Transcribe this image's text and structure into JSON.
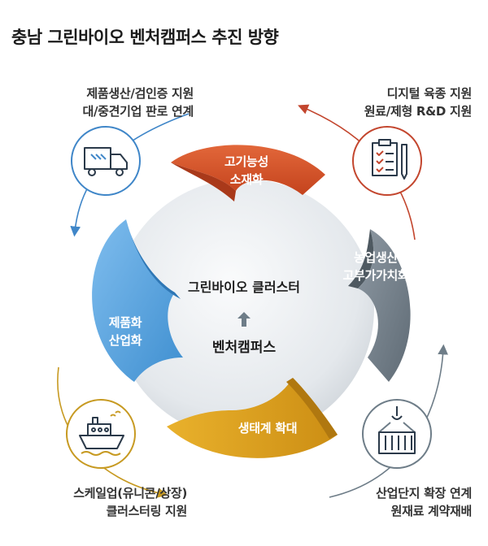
{
  "title": "충남 그린바이오 벤처캠퍼스 추진 방향",
  "center": {
    "cluster": "그린바이오 클러스터",
    "campus": "벤처캠퍼스"
  },
  "petals": {
    "orange": "고기능성\n소재화",
    "gray": "농업생산\n고부가가치화",
    "blue": "제품화\n산업화",
    "gold": "생태계 확대"
  },
  "captions": {
    "top_left": "제품생산/검인증 지원\n대/중견기업 판로 연계",
    "top_right": "디지털 육종 지원\n원료/제형 R&D 지원",
    "bottom_left": "스케일업(유니콘/상장)\n클러스터링 지원",
    "bottom_right": "산업단지 확장 연계\n원재료 계약재배"
  },
  "icons": {
    "top_left": "delivery-truck-icon",
    "top_right": "clipboard-checklist-icon",
    "bottom_left": "cargo-ship-icon",
    "bottom_right": "crane-container-icon"
  },
  "colors": {
    "orange": "#d9572b",
    "gray": "#7b8791",
    "blue": "#5aa5e0",
    "gold": "#e2a521",
    "hub": "#e9ecef",
    "arrow_blue": "#3f86c8",
    "arrow_red": "#c3462e",
    "arrow_gold": "#c79a22",
    "arrow_slate": "#6e7d88",
    "icon_stroke": "#2b3a4a"
  }
}
